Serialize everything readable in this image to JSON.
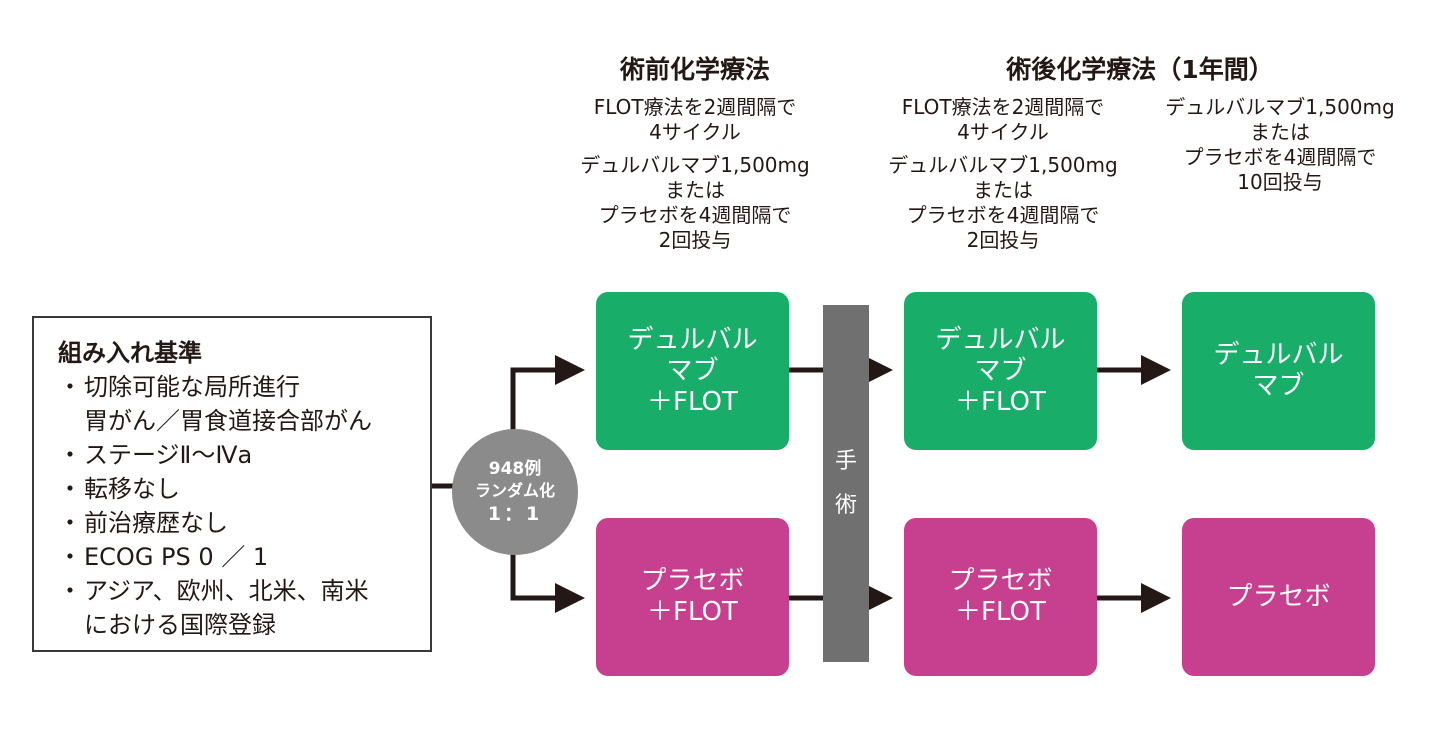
{
  "phases": {
    "neoadjuvant": {
      "title": "術前化学療法",
      "description": [
        [
          "FLOT療法を2週間隔で",
          "4サイクル"
        ],
        [
          "デュルバルマブ1,500mg",
          "または",
          "プラセボを4週間隔で",
          "2回投与"
        ]
      ]
    },
    "adjuvant": {
      "title": "術後化学療法（1年間）",
      "description_combo": [
        [
          "FLOT療法を2週間隔で",
          "4サイクル"
        ],
        [
          "デュルバルマブ1,500mg",
          "または",
          "プラセボを4週間隔で",
          "2回投与"
        ]
      ],
      "description_mono": [
        [
          "デュルバルマブ1,500mg",
          "または",
          "プラセボを4週間隔で",
          "10回投与"
        ]
      ]
    }
  },
  "criteria": {
    "title": "組み入れ基準",
    "bullet": "・",
    "items": [
      [
        "切除可能な局所進行",
        "胃がん／胃食道接合部がん"
      ],
      [
        "ステージⅡ～Ⅳa"
      ],
      [
        "転移なし"
      ],
      [
        "前治療歴なし"
      ],
      [
        "ECOG PS 0 ／ 1"
      ],
      [
        "アジア、欧州、北米、南米",
        "における国際登録"
      ]
    ]
  },
  "randomization": {
    "count": "948例",
    "label": "ランダム化",
    "ratio": "1：1"
  },
  "surgery": {
    "chars": [
      "手",
      "術"
    ]
  },
  "arms": {
    "durvalumab": {
      "color": "#19ad6a",
      "neoadjuvant_box": [
        "デュルバル",
        "マブ",
        "＋FLOT"
      ],
      "adjuvant_combo_box": [
        "デュルバル",
        "マブ",
        "＋FLOT"
      ],
      "adjuvant_mono_box": [
        "デュルバル",
        "マブ"
      ]
    },
    "placebo": {
      "color": "#c7408f",
      "neoadjuvant_box": [
        "プラセボ",
        "＋FLOT"
      ],
      "adjuvant_combo_box": [
        "プラセボ",
        "＋FLOT"
      ],
      "adjuvant_mono_box": [
        "プラセボ"
      ]
    }
  },
  "colors": {
    "arrow": "#231815",
    "surgery_bar": "#717071",
    "randomization_circle": "#8b8b8b",
    "criteria_border": "#3b3838"
  }
}
